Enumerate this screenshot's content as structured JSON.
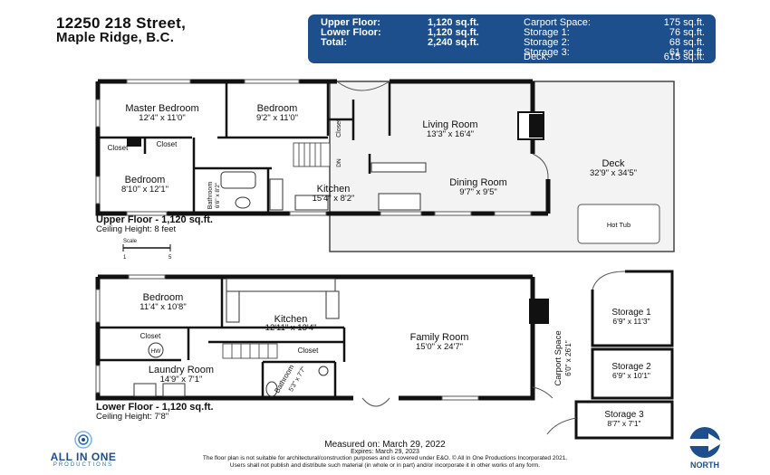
{
  "header": {
    "address": "12250 218 Street,",
    "city": "Maple Ridge, B.C."
  },
  "summary": {
    "upper_label": "Upper Floor:",
    "upper_value": "1,120 sq.ft.",
    "lower_label": "Lower Floor:",
    "lower_value": "1,120 sq.ft.",
    "total_label": "Total:",
    "total_value": "2,240 sq.ft.",
    "carport_label": "Carport Space:",
    "carport_value": "175 sq.ft.",
    "storage1_label": "Storage 1:",
    "storage1_value": "76 sq.ft.",
    "storage2_label": "Storage 2:",
    "storage2_value": "68 sq.ft.",
    "storage3_label": "Storage 3:",
    "storage3_value": "61 sq.ft.",
    "deck_label": "Deck:",
    "deck_value": "615 sq.ft."
  },
  "upper_floor": {
    "title": "Upper Floor - 1,120 sq.ft.",
    "ceiling": "Ceiling Height: 8 feet",
    "scale_label": "Scale",
    "scale_start": "1",
    "scale_end": "5",
    "rooms": {
      "master_bedroom": {
        "name": "Master Bedroom",
        "dims": "12'4\" x 11'0\""
      },
      "bedroom_a": {
        "name": "Bedroom",
        "dims": "9'2\" x 11'0\""
      },
      "bedroom_b": {
        "name": "Bedroom",
        "dims": "8'10\" x 12'1\""
      },
      "living_room": {
        "name": "Living Room",
        "dims": "13'3\" x 16'4\""
      },
      "dining_room": {
        "name": "Dining Room",
        "dims": "9'7\" x 9'5\""
      },
      "kitchen": {
        "name": "Kitchen",
        "dims": "15'4\" x 8'2\""
      },
      "bathroom": {
        "name": "Bathroom",
        "dims": "6'6\" x 8'2\""
      },
      "deck": {
        "name": "Deck",
        "dims": "32'9\" x 34'5\""
      },
      "closet_1": "Closet",
      "closet_2": "Closet",
      "closet_3": "Closet",
      "hot_tub": "Hot Tub",
      "stairs_dn": "DN"
    }
  },
  "lower_floor": {
    "title": "Lower Floor - 1,120 sq.ft.",
    "ceiling": "Ceiling Height: 7'8\"",
    "rooms": {
      "bedroom": {
        "name": "Bedroom",
        "dims": "11'4\" x 10'8\""
      },
      "kitchen": {
        "name": "Kitchen",
        "dims": "12'11\" x 13'4\""
      },
      "family_room": {
        "name": "Family Room",
        "dims": "15'0\" x 24'7\""
      },
      "laundry_room": {
        "name": "Laundry Room",
        "dims": "14'9\" x 7'1\""
      },
      "bathroom": {
        "name": "Bathroom",
        "dims": "5'3\" x 7'7\""
      },
      "closet_1": "Closet",
      "closet_2": "Closet",
      "hw": "HW",
      "carport": {
        "name": "Carport Space",
        "dims": "6'0\" x 26'1\""
      },
      "storage1": {
        "name": "Storage 1",
        "dims": "6'9\" x 11'3\""
      },
      "storage2": {
        "name": "Storage 2",
        "dims": "6'9\" x 10'1\""
      },
      "storage3": {
        "name": "Storage 3",
        "dims": "8'7\" x 7'1\""
      }
    }
  },
  "footer": {
    "measured": "Measured on:  March 29, 2022",
    "expires": "Expires:  March 29, 2023",
    "disclaimer_1": "The floor plan is not suitable for architectural/construction purposes and is covered under E&O. © All In One Productions Incorporated 2021.",
    "disclaimer_2": "Users shall not publish and distribute such material (in whole or in part) and/or incorporate it in other works of any form.",
    "logo_name": "ALL IN ONE",
    "logo_sub": "PRODUCTIONS",
    "north": "NORTH"
  },
  "colors": {
    "brand_blue": "#1d4f8c",
    "wall": "#111111",
    "deck_fill": "#f3f3f3"
  }
}
